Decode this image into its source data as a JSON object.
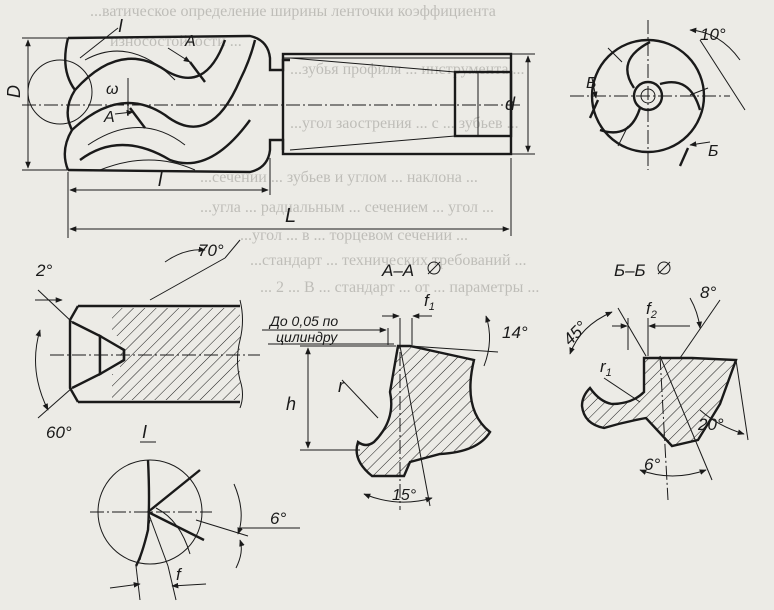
{
  "background_text": [
    "...ватическое определение ширины ленточки коэффициента",
    "износостойкости ...",
    "...зубья профиля ... инструмента ... ",
    "...угол заострения ... с ... зубьев ...",
    "...сечении ... зубьев и углом ... наклона ...",
    "...угла ... радиальным ... сечением ... угол ...",
    "...угол ... в ... торцевом сечении ...",
    "...стандарт ... технических требований ... ",
    "... 2 ... В ... стандарт ... от ... параметры ..."
  ],
  "labels": {
    "view_I": "I",
    "section_A": "A",
    "omega": "ω",
    "D": "D",
    "d": "d",
    "l": "l",
    "L": "L",
    "angle_10": "10°",
    "section_B": "Б",
    "angle_70": "70°",
    "angle_2": "2°",
    "angle_60": "60°",
    "section_AA": "А–А",
    "section_BB": "Б–Б",
    "f1": "f",
    "f1_sub": "1",
    "f2": "f",
    "f2_sub": "2",
    "angle_14": "14°",
    "angle_8": "8°",
    "angle_45": "45°",
    "note_line1": "До 0,05 по",
    "note_line2": "цилиндру",
    "h": "h",
    "r": "r",
    "r1": "r",
    "r1_sub": "1",
    "angle_15": "15°",
    "angle_20": "20°",
    "angle_6_bb": "6°",
    "detail_I": "I",
    "angle_6_detail": "6°",
    "f_detail": "f"
  }
}
